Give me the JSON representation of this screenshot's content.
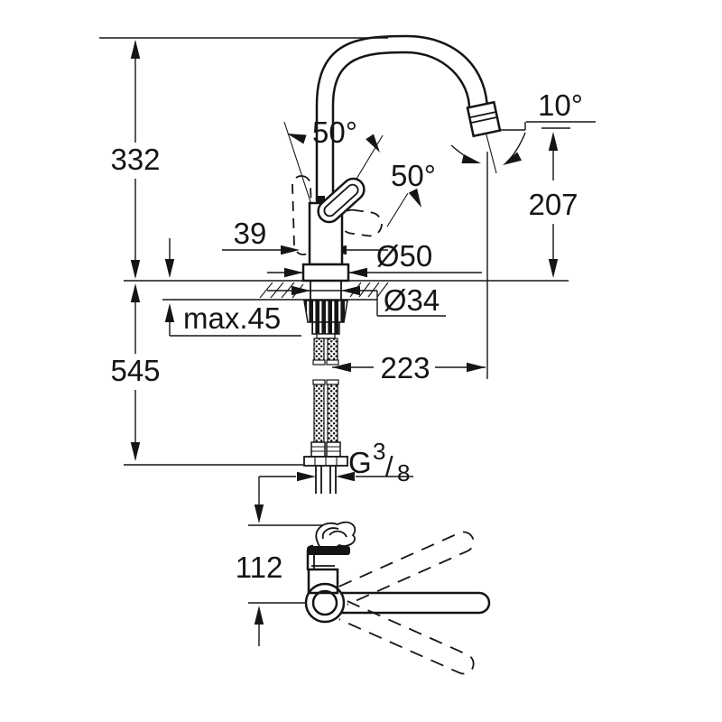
{
  "style": {
    "line_color": "#151515",
    "background": "#ffffff"
  },
  "labels": {
    "height_above_reference": "332",
    "length_below_reference": "545",
    "handle_swivel_angle": "50°",
    "lever_tilt_angle": "50°",
    "outlet_angle": "10°",
    "outlet_height": "207",
    "handle_clearance": "39",
    "base_diameter": "Ø50",
    "shank_diameter": "Ø34",
    "max_deck_thickness": "max.45",
    "spout_reach": "223",
    "lever_reach": "112",
    "thread": {
      "letter": "G",
      "numerator": "3",
      "slash": "/",
      "denominator": "8"
    }
  }
}
